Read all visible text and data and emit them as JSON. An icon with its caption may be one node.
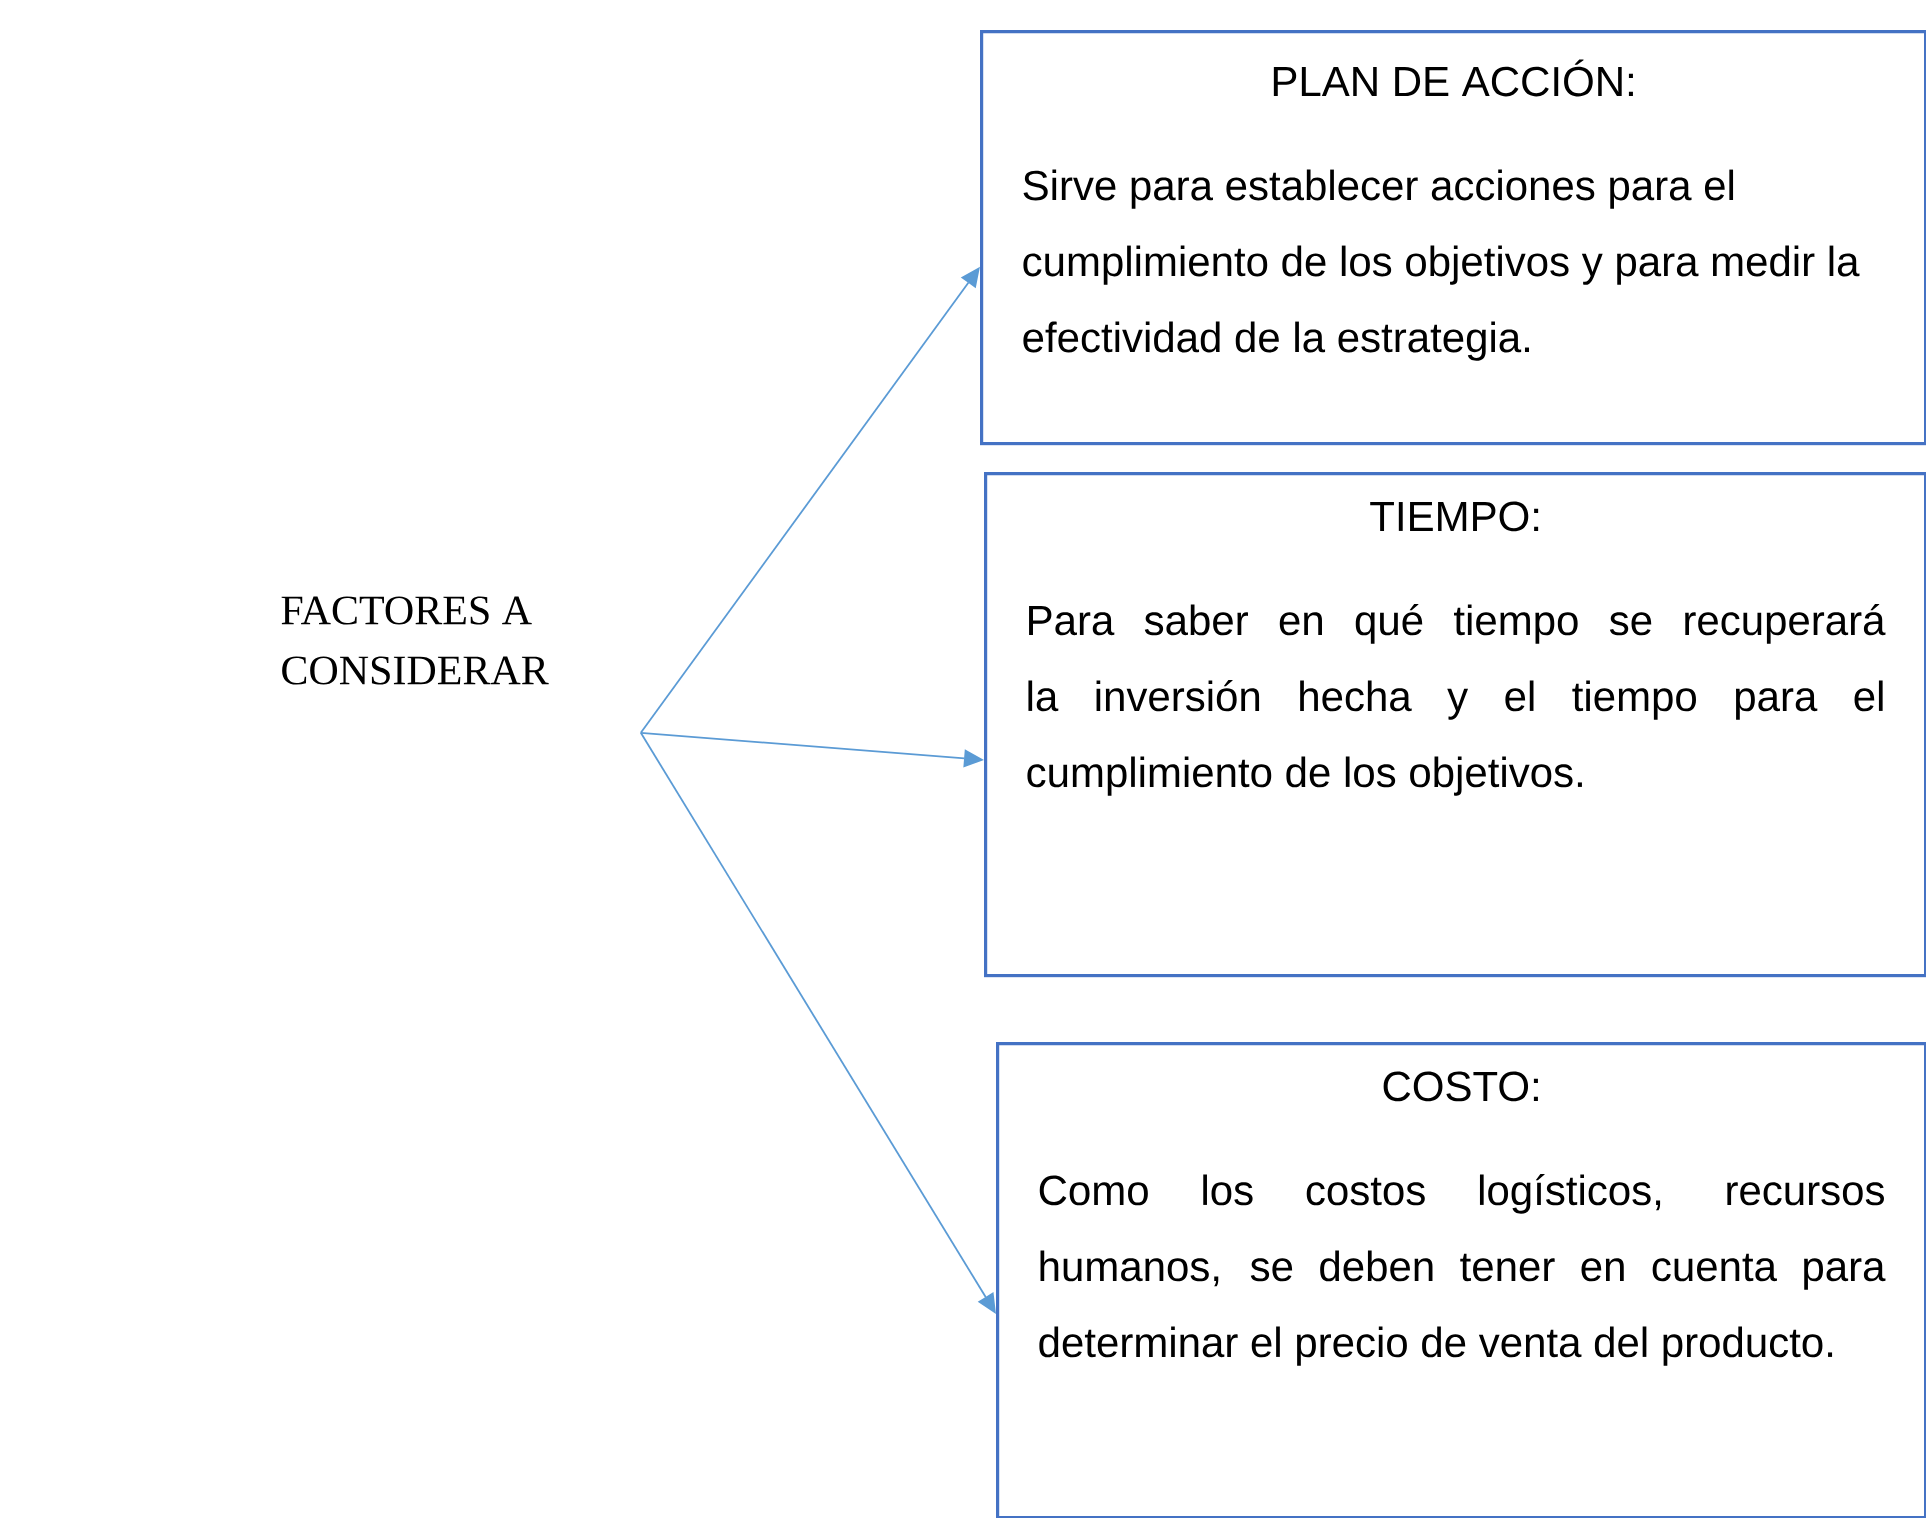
{
  "diagram": {
    "nodes": [
      {
        "text": [
          "FACTORES A CONSIDERAR"
        ]
      },
      {
        "text": [
          "PLAN DE ACCIÓN:",
          "Sirve para establecer acciones para el cumplimiento de los objetivos y para medir la efectividad de la estrategia."
        ]
      },
      {
        "text": [
          "TIEMPO:",
          "Para saber en qué tiempo se recuperará la inversión hecha y el tiempo para el cumplimiento de los objetivos."
        ]
      },
      {
        "text": [
          "COSTO:",
          "Como los costos logísticos, recursos humanos, se deben tener en cuenta para determinar el precio de venta del producto."
        ]
      }
    ],
    "edges": [
      {
        "from": 0,
        "to": 1,
        "arrow": "to"
      },
      {
        "from": 0,
        "to": 2,
        "arrow": "to"
      },
      {
        "from": 0,
        "to": 3,
        "arrow": "to"
      }
    ]
  }
}
